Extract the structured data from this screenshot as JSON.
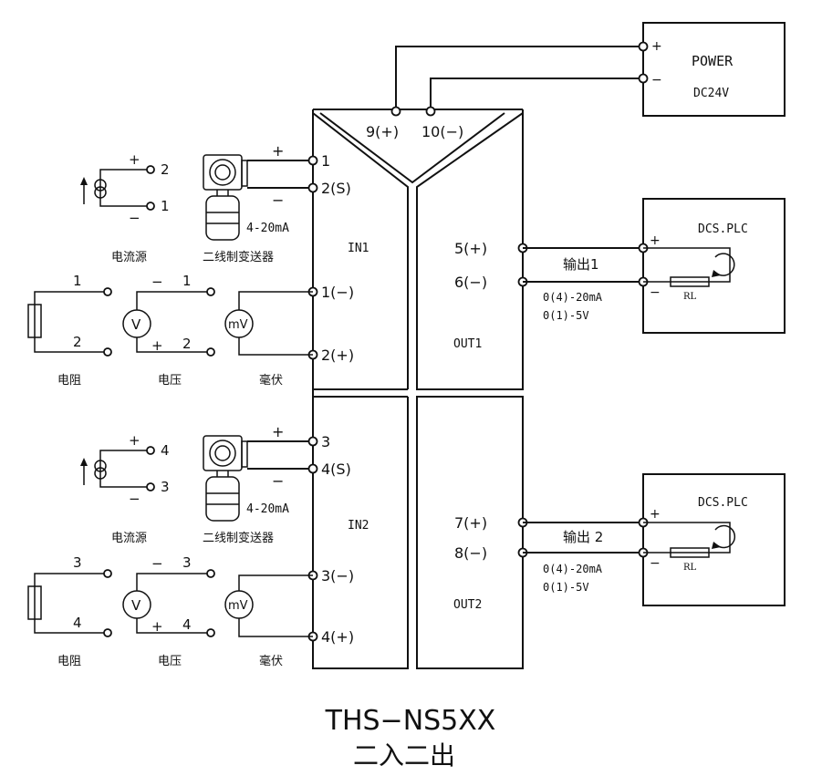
{
  "title": "THS−NS5XX",
  "subtitle": "二入二出",
  "power": {
    "name": "POWER",
    "voltage": "DC24V",
    "plus": "+",
    "minus": "−"
  },
  "top_terminals": {
    "plus": "9(+)",
    "minus": "10(−)"
  },
  "channels": [
    {
      "in_label": "IN1",
      "out_label": "OUT1",
      "source_plus": "+",
      "source_minus": "−",
      "source_t_high": "2",
      "source_t_low": "1",
      "source_caption": "电流源",
      "tx_plus": "+",
      "tx_minus": "−",
      "tx_range": "4-20mA",
      "tx_caption": "二线制变送器",
      "in_t1": "1",
      "in_t2": "2(S)",
      "in_t3": "1(−)",
      "in_t4": "2(+)",
      "res_t1": "1",
      "res_t2": "2",
      "res_caption": "电阻",
      "volt_minus": "−",
      "volt_t1": "1",
      "volt_plus": "+",
      "volt_t2": "2",
      "volt_caption": "电压",
      "mv_caption": "毫伏",
      "out_plus": "5(+)",
      "out_minus": "6(−)",
      "out_name": "输出1",
      "out_range1": "0(4)-20mA",
      "out_range2": "0(1)-5V",
      "dcs": "DCS.PLC",
      "dcs_plus": "+",
      "dcs_minus": "−",
      "rl": "RL"
    },
    {
      "in_label": "IN2",
      "out_label": "OUT2",
      "source_plus": "+",
      "source_minus": "−",
      "source_t_high": "4",
      "source_t_low": "3",
      "source_caption": "电流源",
      "tx_plus": "+",
      "tx_minus": "−",
      "tx_range": "4-20mA",
      "tx_caption": "二线制变送器",
      "in_t1": "3",
      "in_t2": "4(S)",
      "in_t3": "3(−)",
      "in_t4": "4(+)",
      "res_t1": "3",
      "res_t2": "4",
      "res_caption": "电阻",
      "volt_minus": "−",
      "volt_t1": "3",
      "volt_plus": "+",
      "volt_t2": "4",
      "volt_caption": "电压",
      "mv_caption": "毫伏",
      "out_plus": "7(+)",
      "out_minus": "8(−)",
      "out_name": "输出 2",
      "out_range1": "0(4)-20mA",
      "out_range2": "0(1)-5V",
      "dcs": "DCS.PLC",
      "dcs_plus": "+",
      "dcs_minus": "−",
      "rl": "RL"
    }
  ],
  "meter_labels": {
    "voltmeter": "V",
    "millivoltmeter": "mV"
  }
}
